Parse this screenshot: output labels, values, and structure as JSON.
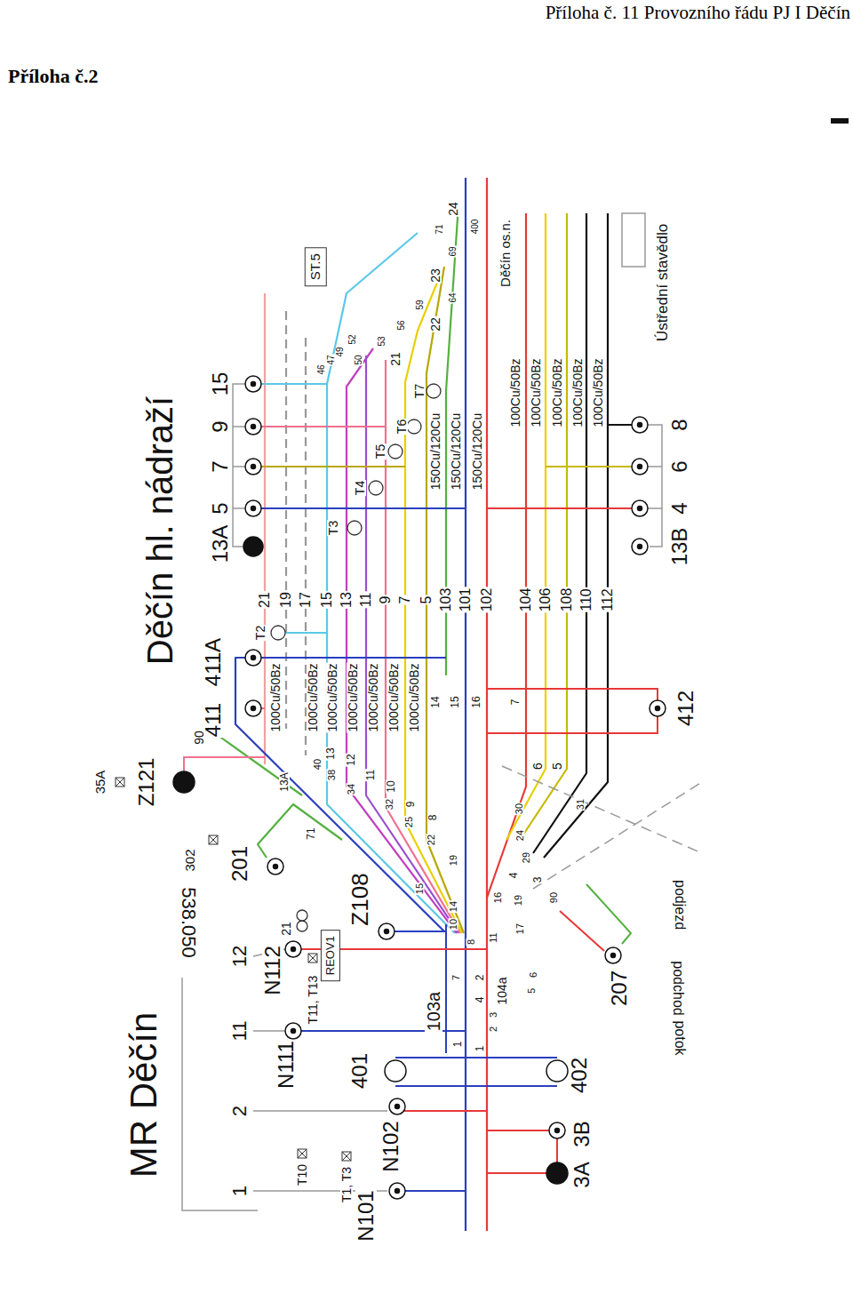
{
  "diagram": {
    "nodes": [
      {
        "text": [
          "ST.5"
        ]
      },
      {
        "text": [
          "REOV1"
        ]
      }
    ],
    "labels": [
      "Příloha č. 11 Provozního řádu PJ I Děčín",
      "Příloha č.2",
      "MR Děčín",
      "Děčín hl. nádraží",
      "35A",
      "Z121",
      "302",
      "201",
      "538.050",
      "1",
      "2",
      "11",
      "12",
      "21",
      "Z108",
      "N112",
      "N111",
      "T11, T13",
      "401",
      "T10",
      "T1, T3",
      "N102",
      "N101",
      "103a",
      "402",
      "3A",
      "3B",
      "207",
      "podjezd",
      "podchod",
      "potok",
      "411",
      "411A",
      "90",
      "T2",
      "13A",
      "5",
      "7",
      "9",
      "15",
      "21",
      "19",
      "17",
      "15",
      "13",
      "11",
      "9",
      "7",
      "5",
      "103",
      "101",
      "102",
      "104",
      "106",
      "108",
      "110",
      "112",
      "T3",
      "T4",
      "T5",
      "T6",
      "T7",
      "150Cu/120Cu",
      "150Cu/120Cu",
      "150Cu/120Cu",
      "100Cu/50Bz",
      "100Cu/50Bz",
      "100Cu/50Bz",
      "100Cu/50Bz",
      "100Cu/50Bz",
      "100Cu/50Bz",
      "100Cu/50Bz",
      "100Cu/50Bz",
      "100Cu/50Bz",
      "100Cu/50Bz",
      "100Cu/50Bz",
      "100Cu/50Bz",
      "13B",
      "4",
      "6",
      "8",
      "412",
      "Děčín os.n.",
      "Ústřední stavědlo",
      "400",
      "24",
      "71",
      "69",
      "23",
      "64",
      "22",
      "59",
      "56",
      "21",
      "53",
      "50",
      "52",
      "49",
      "47",
      "46",
      "13A",
      "40",
      "13",
      "38",
      "12",
      "34",
      "11",
      "32",
      "10",
      "25",
      "9",
      "22",
      "8",
      "71",
      "14",
      "15",
      "16",
      "7",
      "15",
      "19",
      "14",
      "10",
      "8",
      "11",
      "16",
      "19",
      "17",
      "4",
      "3",
      "29",
      "24",
      "30",
      "6",
      "5",
      "31",
      "90",
      "2",
      "4",
      "7",
      "104a",
      "3",
      "2",
      "1",
      "1",
      "5",
      "6"
    ]
  }
}
